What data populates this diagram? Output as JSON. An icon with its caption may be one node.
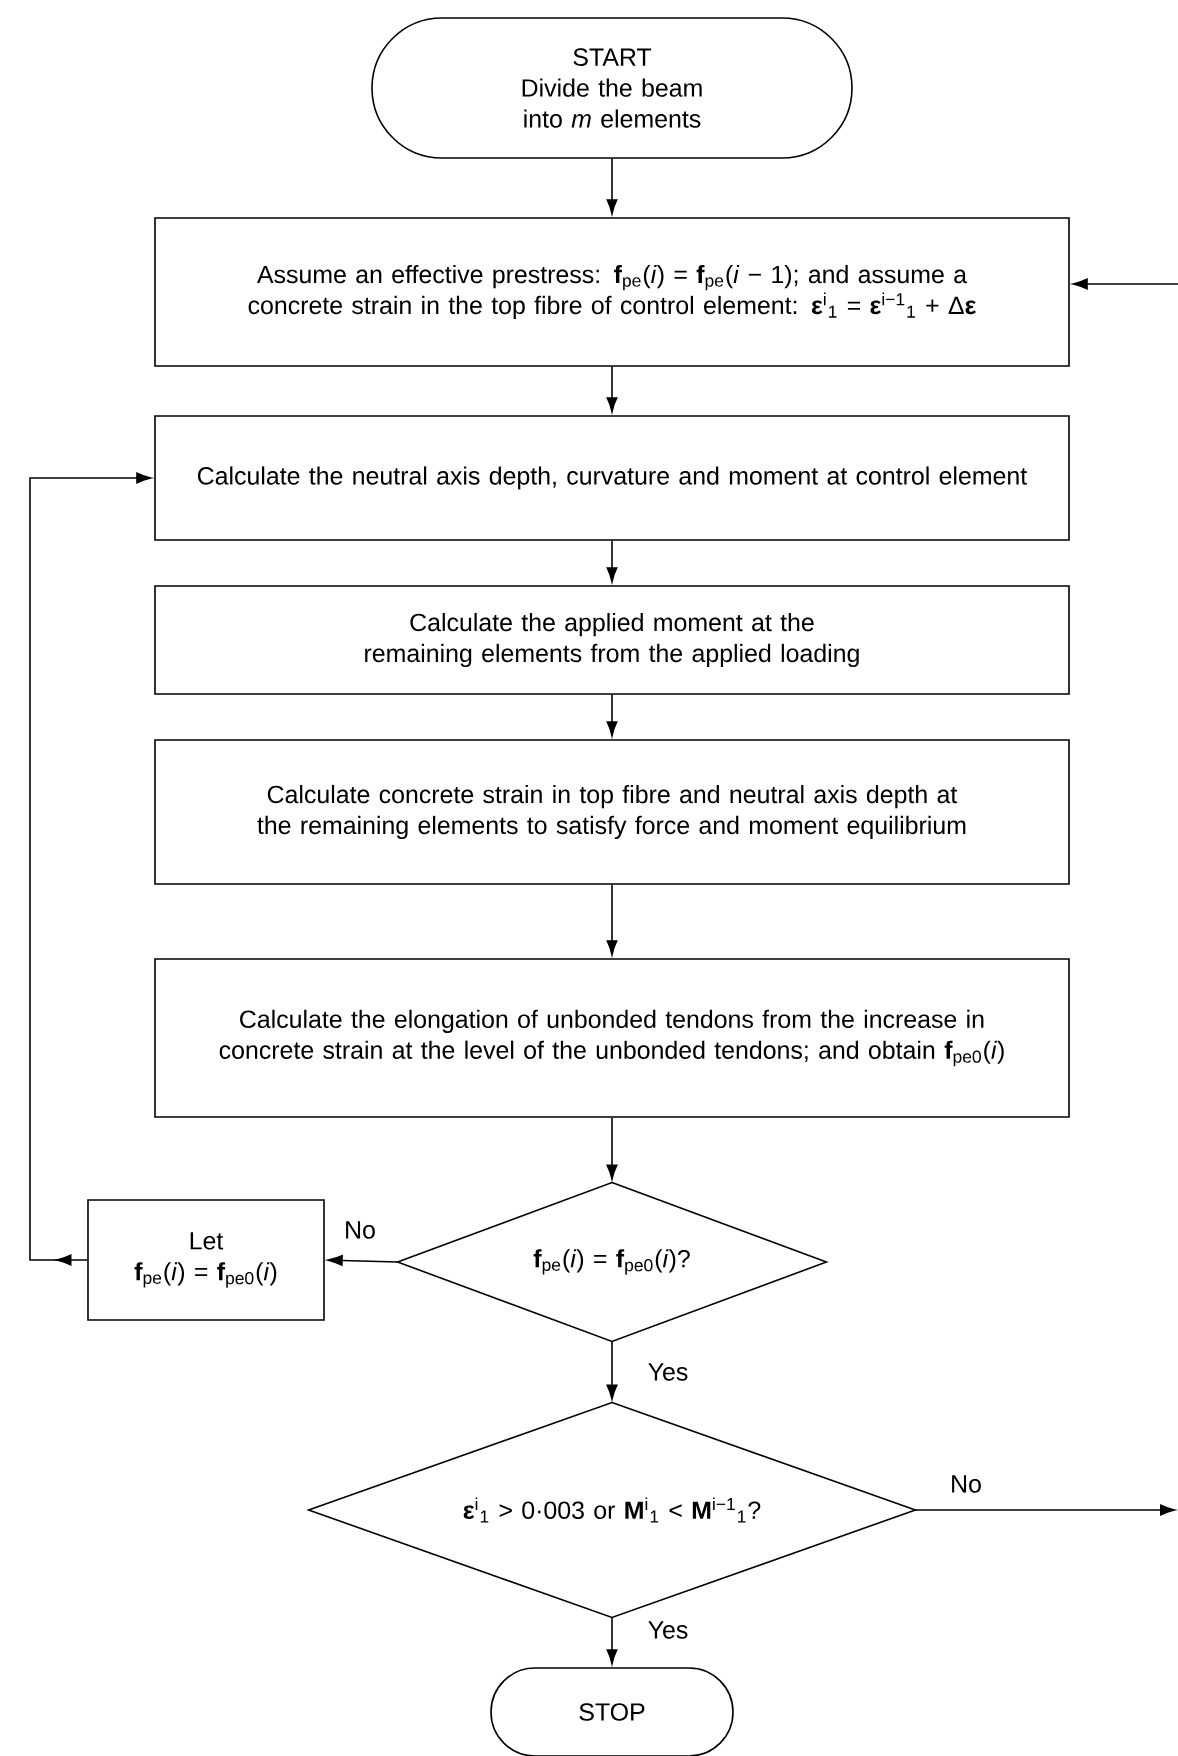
{
  "diagram": {
    "nodes": [
      {
        "text": [
          "START",
          "Divide the beam into *m* elements"
        ]
      },
      {
        "text": [
          "Assume an effective prestress: **f**$_{pe}$(*i*) = **f**$_{pe}$(*i* − 1); and assume a concrete strain in the top fibre of control element: **ε**$^{i}$$_{1}$ = **ε**$^{i−1}$$_{1}$ + Δ**ε**"
        ]
      },
      {
        "text": [
          "Calculate the neutral axis depth, curvature and moment at control element"
        ]
      },
      {
        "text": [
          "Calculate the applied moment at the remaining elements from the applied loading"
        ]
      },
      {
        "text": [
          "Calculate concrete strain in top fibre and neutral axis depth at the remaining elements to satisfy force and moment equilibrium"
        ]
      },
      {
        "text": [
          "Calculate the elongation of unbonded tendons from the increase in concrete strain at the level of the unbonded tendons; and obtain **f**$_{pe0}$(*i*)"
        ]
      },
      {
        "text": [
          "**f**$_{pe}$(*i*) = **f**$_{pe0}$(*i*)?"
        ]
      },
      {
        "text": [
          "Let",
          "**f**$_{pe}$(*i*) = **f**$_{pe0}$(*i*)"
        ]
      },
      {
        "text": [
          "**ε**$^{i}$$_{1}$ > 0·003 or **M**$^{i}$$_{1}$ < **M**$^{i−1}$$_{1}$?"
        ]
      },
      {
        "text": [
          "STOP"
        ]
      }
    ],
    "edges": [
      {
        "from": 0,
        "to": 1,
        "arrow": "to"
      },
      {
        "from": null,
        "to": 1,
        "arrow": "to"
      },
      {
        "from": 1,
        "to": 2,
        "arrow": "to"
      },
      {
        "from": 2,
        "to": 3,
        "arrow": "to"
      },
      {
        "from": 3,
        "to": 4,
        "arrow": "to"
      },
      {
        "from": 4,
        "to": 5,
        "arrow": "to"
      },
      {
        "from": 5,
        "to": 6,
        "arrow": "to"
      },
      {
        "from": 6,
        "to": 7,
        "arrow": "to",
        "label": "No"
      },
      {
        "from": 7,
        "to": 2,
        "arrow": "to"
      },
      {
        "from": 6,
        "to": 8,
        "arrow": "to",
        "label": "Yes"
      },
      {
        "from": 8,
        "to": 9,
        "arrow": "to",
        "label": "Yes"
      },
      {
        "from": 8,
        "to": null,
        "arrow": "to",
        "label": "No"
      }
    ]
  }
}
